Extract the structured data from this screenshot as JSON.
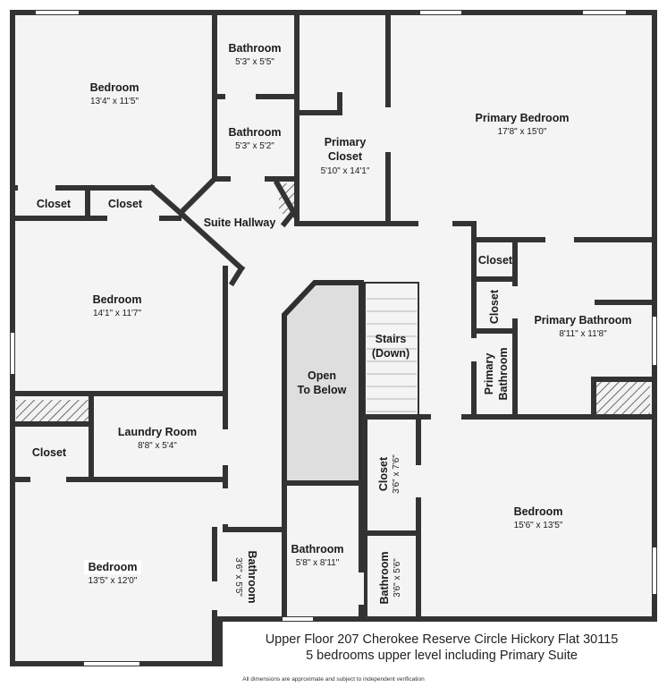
{
  "rooms": {
    "bedroom_nw": {
      "name": "Bedroom",
      "dim": "13'4\" x 11'5\""
    },
    "bath_top": {
      "name": "Bathroom",
      "dim": "5'3\" x 5'5\""
    },
    "bath_mid": {
      "name": "Bathroom",
      "dim": "5'3\" x 5'2\""
    },
    "primary_closet": {
      "name1": "Primary",
      "name2": "Closet",
      "dim": "5'10\" x 14'1\""
    },
    "primary_bedroom": {
      "name": "Primary Bedroom",
      "dim": "17'8\" x 15'0\""
    },
    "closet_1": {
      "name": "Closet"
    },
    "closet_2": {
      "name": "Closet"
    },
    "suite_hallway": {
      "name": "Suite Hallway"
    },
    "bedroom_w": {
      "name": "Bedroom",
      "dim": "14'1\" x 11'7\""
    },
    "closet_pb_top": {
      "name": "Closet"
    },
    "closet_pb_v": {
      "name": "Closet"
    },
    "primary_bathroom": {
      "name": "Primary Bathroom",
      "dim": "8'11\" x 11'8\""
    },
    "primary_bathroom_v": {
      "name1": "Primary",
      "name2": "Bathroom"
    },
    "stairs": {
      "name1": "Stairs",
      "name2": "(Down)"
    },
    "open_below": {
      "name1": "Open",
      "name2": "To Below"
    },
    "laundry": {
      "name": "Laundry Room",
      "dim": "8'8\" x 5'4\""
    },
    "closet_laundry": {
      "name": "Closet"
    },
    "closet_mid": {
      "name": "Closet",
      "dim": "3'6\" x 7'6\""
    },
    "bedroom_se": {
      "name": "Bedroom",
      "dim": "15'6\" x 13'5\""
    },
    "bedroom_sw": {
      "name": "Bedroom",
      "dim": "13'5\" x 12'0\""
    },
    "bath_v1": {
      "name": "Bathroom",
      "dim": "3'6\" x 5'5\""
    },
    "bath_bottom": {
      "name": "Bathroom",
      "dim": "5'8\" x 8'11\""
    },
    "bath_v2": {
      "name": "Bathroom",
      "dim": "3'6\" x 5'6\""
    }
  },
  "caption": {
    "line1": "Upper Floor 207 Cherokee Reserve Circle Hickory Flat 30115",
    "line2": "5 bedrooms upper level including Primary Suite"
  },
  "disclaimer": "All dimensions are approximate and subject to independent verification"
}
